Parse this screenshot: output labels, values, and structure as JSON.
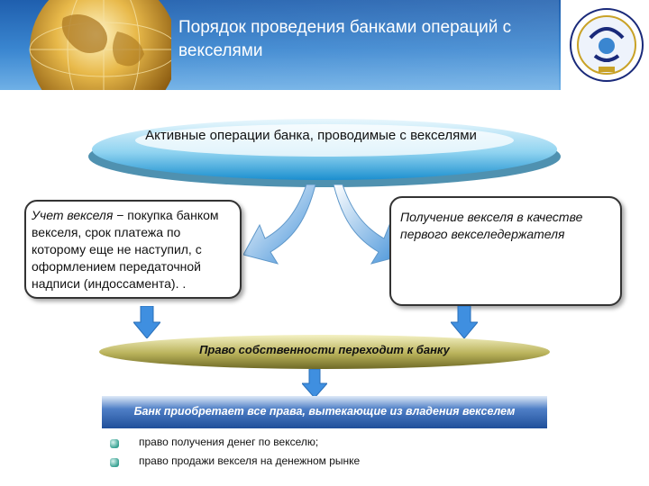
{
  "header": {
    "title": "Порядок проведения банками операций с векселями"
  },
  "diagram": {
    "top_node": "Активные операции банка, проводимые с векселями",
    "left_box": {
      "emphasis": "Учет векселя",
      "text": " − покупка банком векселя, срок платежа по которому еще не наступил, с оформлением передаточной надписи (индоссамента). ."
    },
    "right_box": "Получение векселя в качестве первого векселедержателя",
    "banner": "Право собственности переходит к банку",
    "bar": "Банк приобретает все права, вытекающие из владения векселем",
    "bullets": [
      "право получения денег по векселю;",
      "право продажи векселя на денежном рынке"
    ]
  },
  "colors": {
    "header_blue": "#2f75c2",
    "ellipse_blue": "#2aa0d8",
    "arrow_blue": "#4a9ee0",
    "banner_olive": "#8f8a3a",
    "bar_blue": "#2a5aa8",
    "bullet_teal": "#3aa293"
  },
  "icons": {
    "globe": "globe-icon",
    "logo": "institution-logo"
  }
}
